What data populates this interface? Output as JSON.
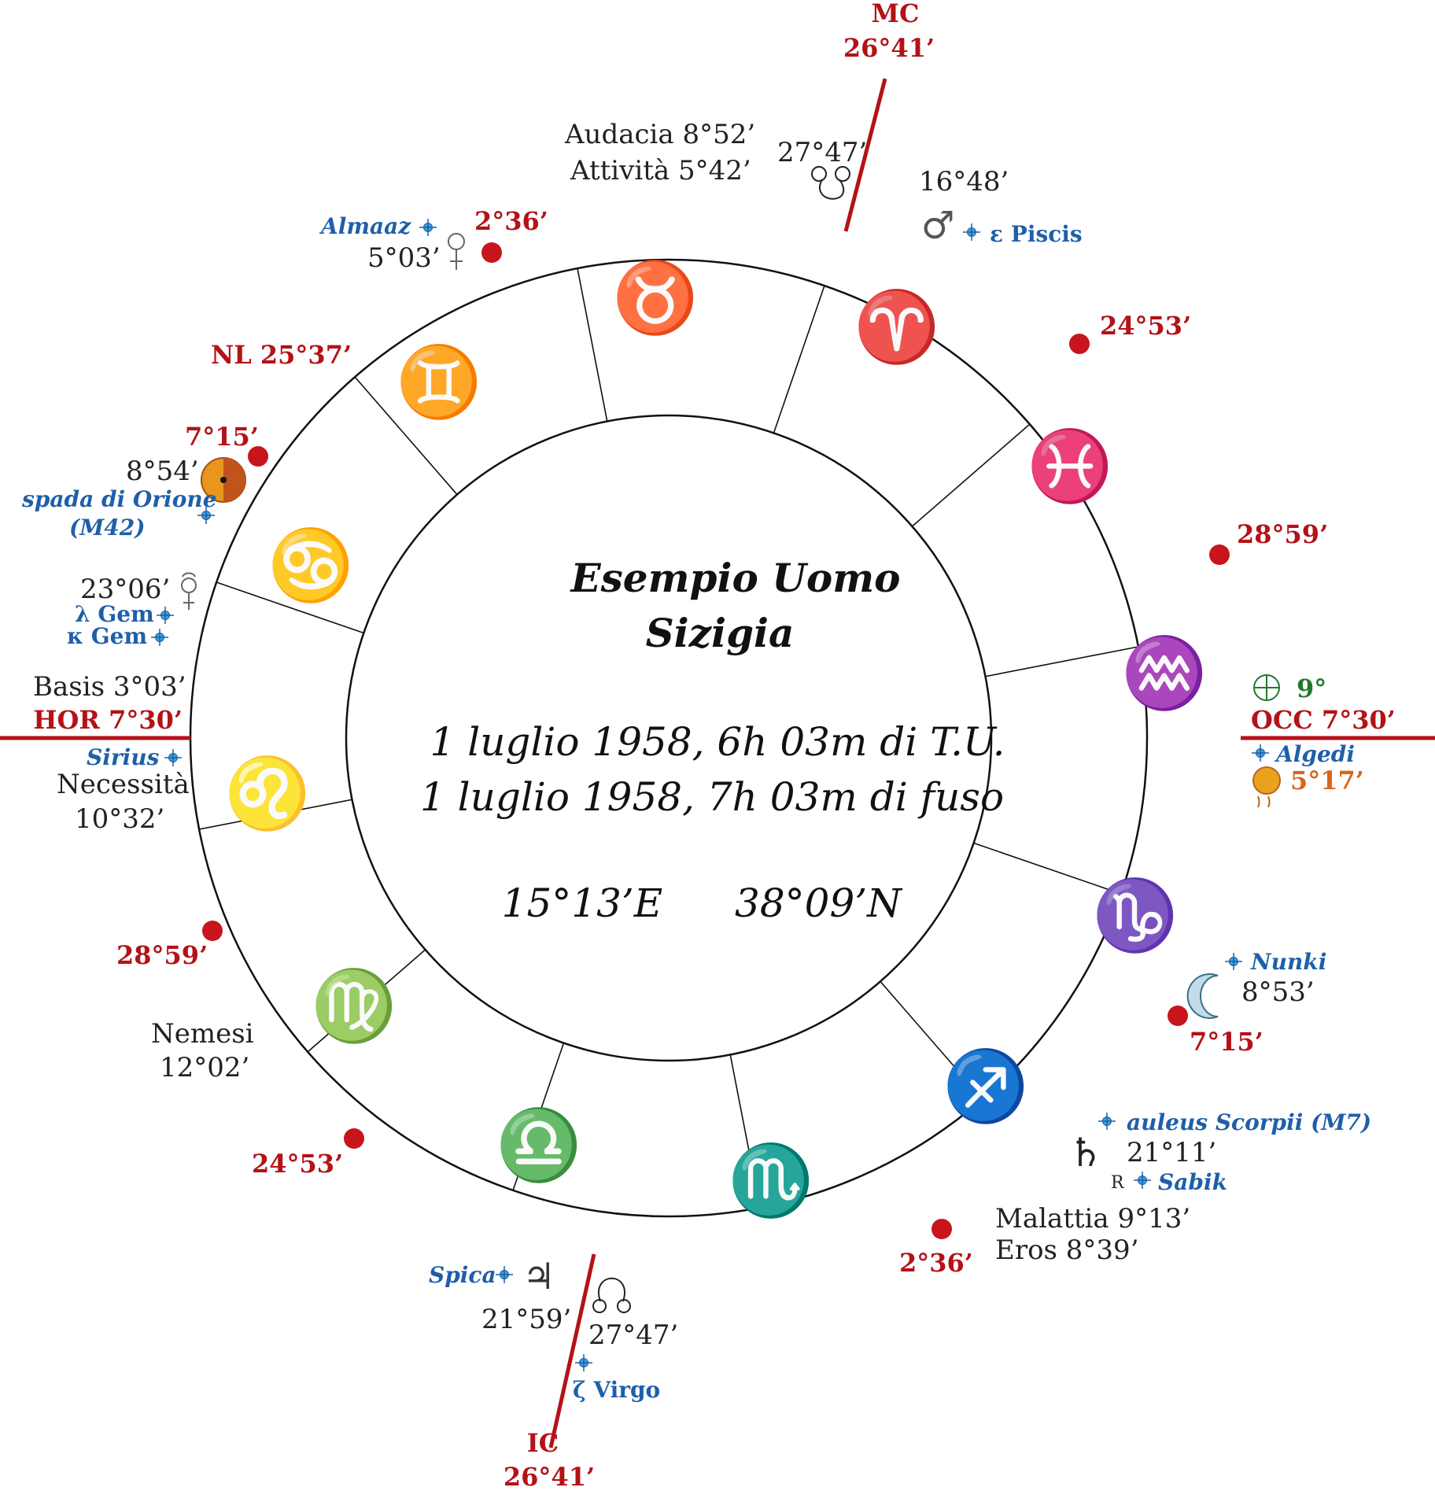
{
  "center": {
    "title": "Esempio Uomo",
    "subtitle": "Sizigia",
    "date_ut": "1 luglio 1958, 6h 03m di T.U.",
    "date_local": "1 luglio 1958, 7h 03m di fuso",
    "longitude": "15°13’E",
    "latitude": "38°09’N"
  },
  "angles": {
    "mc_label": "MC",
    "mc_degree": "26°41’",
    "ic_label": "IC",
    "ic_degree": "26°41’",
    "hor": "HOR 7°30’",
    "occ": "OCC 7°30’"
  },
  "signs": {
    "taurus": "♉",
    "aries": "♈",
    "pisces": "♓",
    "aquarius": "♒",
    "capricorn": "♑",
    "sagittarius": "♐",
    "scorpio": "♏",
    "libra": "♎",
    "virgo": "♍",
    "leo": "♌",
    "cancer": "♋",
    "gemini": "♊"
  },
  "cusps": {
    "c236_top": "2°36’",
    "c2453_right": "24°53’",
    "c2859_right": "28°59’",
    "c715_left": "7°15’",
    "c2859_left": "28°59’",
    "c715_right": "7°15’",
    "c2453_left": "24°53’",
    "c236_bottom": "2°36’"
  },
  "lots": {
    "audacia": "Audacia 8°52’",
    "attivita": "Attività 5°42’",
    "nl": "NL 25°37’",
    "basis": "Basis 3°03’",
    "necessita": "Necessità",
    "necessita_deg": "10°32’",
    "nemesi": "Nemesi",
    "nemesi_deg": "12°02’",
    "malattia": "Malattia 9°13’",
    "eros": "Eros 8°39’"
  },
  "planets": {
    "south_node_deg": "27°47’",
    "mars_deg": "16°48’",
    "mars_glyph": "♂",
    "venus_deg": "5°03’",
    "sun_deg": "8°54’",
    "mercury_deg": "23°06’",
    "earth_deg": "9°",
    "moon_deg": "5°17’",
    "moon2_deg": "8°53’",
    "saturn_deg": "21°11’",
    "saturn_glyph": "♄",
    "saturn_r": "R",
    "jupiter_deg": "21°59’",
    "jupiter_glyph": "♃",
    "north_node_deg": "27°47’"
  },
  "stars": {
    "almaaz": "Almaaz",
    "eps_piscis": "ε Piscis",
    "spada": "spada di Orione",
    "m42": "(M42)",
    "lambda_gem": "λ Gem",
    "kappa_gem": "κ Gem",
    "sirius": "Sirius",
    "algedi": "Algedi",
    "nunki": "Nunki",
    "aculeus": "auleus Scorpii (M7)",
    "sabik": "Sabik",
    "spica": "Spica",
    "zeta_virgo": "ζ Virgo"
  },
  "colors": {
    "angle_line": "#b31217",
    "cusp_dot": "#c8141c",
    "star": "#1f5fa8",
    "sun_fill": "#e8961e",
    "earth_green": "#1e7a2e"
  }
}
